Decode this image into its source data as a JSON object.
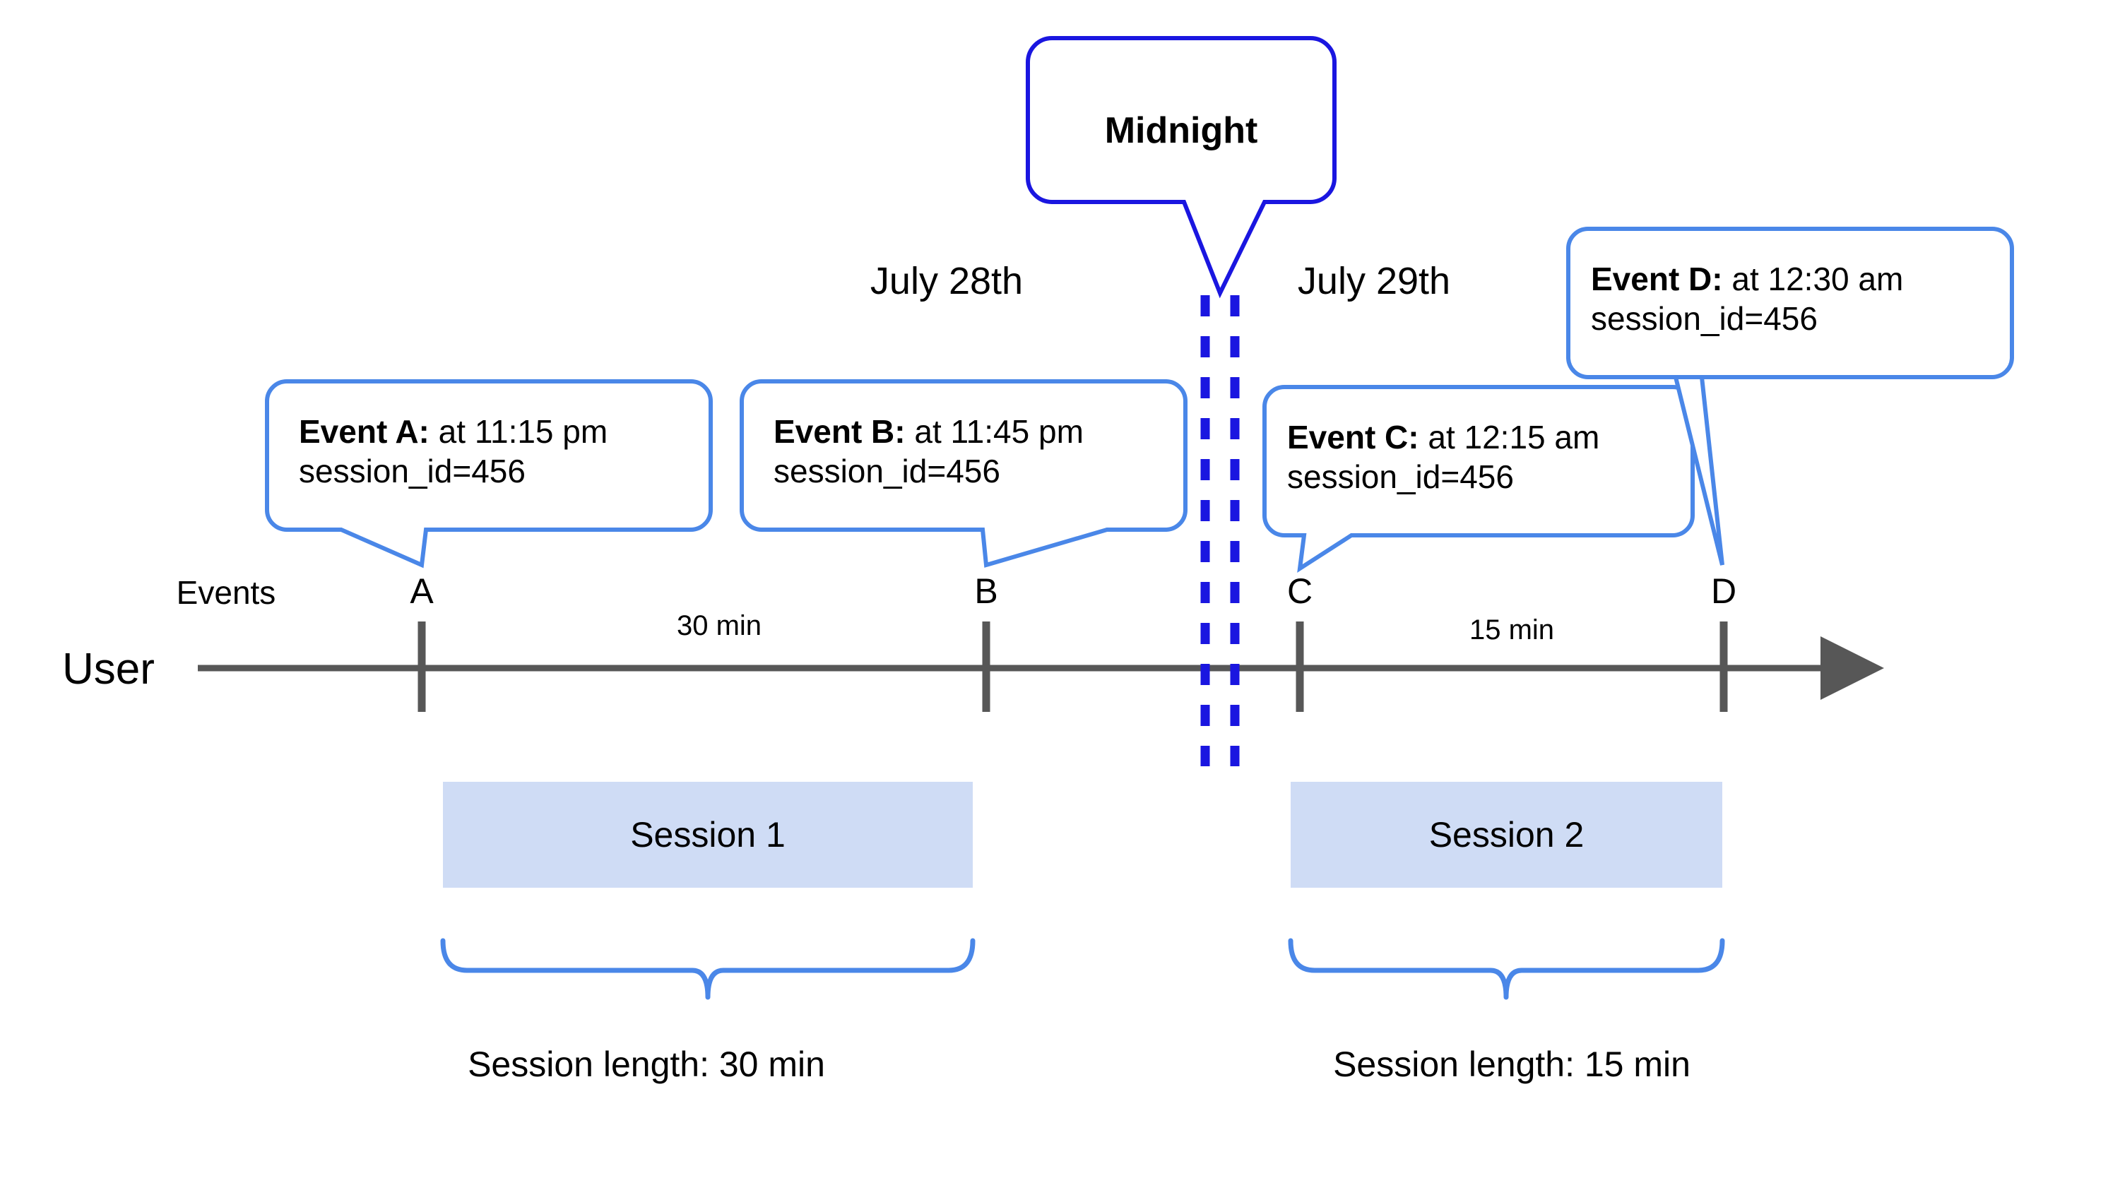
{
  "diagram": {
    "title_note": "Session splitting across midnight timeline",
    "colors": {
      "callout_border": "#4a87e8",
      "midnight_border": "#1a16e0",
      "midnight_dash": "#1a16e0",
      "axis": "#575757",
      "session_fill": "#cfdcf5",
      "brace": "#4a87e8",
      "text": "#000000"
    },
    "lane_labels": {
      "user": "User",
      "events": "Events"
    },
    "dates": [
      {
        "label": "July 28th"
      },
      {
        "label": "July 29th"
      }
    ],
    "midnight": {
      "label": "Midnight"
    },
    "ticks": [
      {
        "id": "A",
        "label": "A"
      },
      {
        "id": "B",
        "label": "B"
      },
      {
        "id": "C",
        "label": "C"
      },
      {
        "id": "D",
        "label": "D"
      }
    ],
    "durations": [
      {
        "label": "30 min"
      },
      {
        "label": "15 min"
      }
    ],
    "callouts": [
      {
        "id": "A",
        "title": "Event A:",
        "time": " at 11:15 pm",
        "detail": "session_id=456"
      },
      {
        "id": "B",
        "title": "Event B:",
        "time": " at 11:45 pm",
        "detail": "session_id=456"
      },
      {
        "id": "C",
        "title": "Event C:",
        "time": " at 12:15 am",
        "detail": "session_id=456"
      },
      {
        "id": "D",
        "title": "Event D:",
        "time": " at 12:30 am",
        "detail": "session_id=456"
      }
    ],
    "sessions": [
      {
        "label": "Session 1",
        "length_label": "Session length: 30 min"
      },
      {
        "label": "Session 2",
        "length_label": "Session length: 15 min"
      }
    ]
  }
}
